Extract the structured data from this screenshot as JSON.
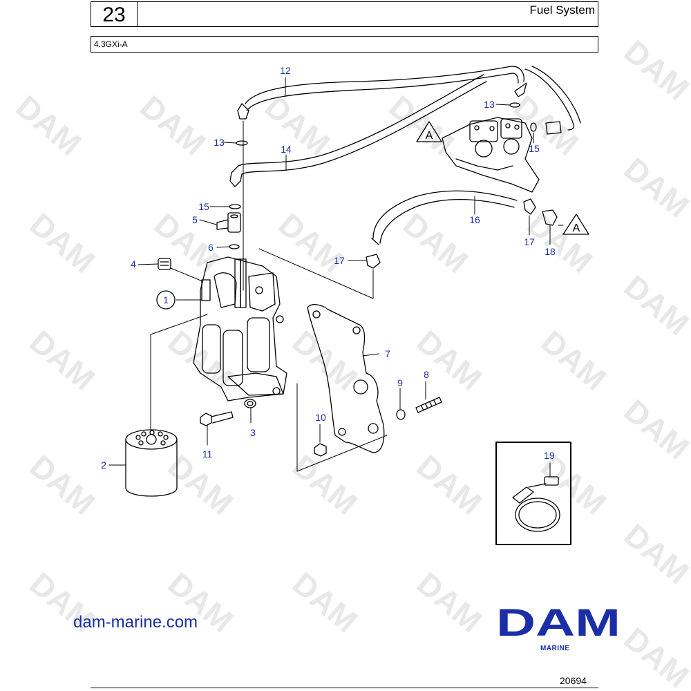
{
  "header": {
    "page_number": "23",
    "title": "Fuel System",
    "model": "4.3GXi-A"
  },
  "watermark": "DAM",
  "callouts": [
    "1",
    "2",
    "3",
    "4",
    "5",
    "6",
    "7",
    "8",
    "9",
    "10",
    "11",
    "12",
    "13",
    "13",
    "14",
    "15",
    "15",
    "16",
    "17",
    "17",
    "18",
    "19"
  ],
  "refs": [
    "A",
    "A"
  ],
  "labels": {
    "c1": "1",
    "c2": "2",
    "c3": "3",
    "c4": "4",
    "c5": "5",
    "c6": "6",
    "c7": "7",
    "c8": "8",
    "c9": "9",
    "c10": "10",
    "c11": "11",
    "c12": "12",
    "c13a": "13",
    "c13b": "13",
    "c14": "14",
    "c15a": "15",
    "c15b": "15",
    "c16": "16",
    "c17a": "17",
    "c17b": "17",
    "c18": "18",
    "c19": "19",
    "refA1": "A",
    "refA2": "A"
  },
  "footer": {
    "website": "dam-marine.com",
    "logo_text": "DAM",
    "logo_sub": "MARINE",
    "doc_number": "20694"
  },
  "colors": {
    "callout": "#1a2ea8",
    "logo": "#1a2ea8",
    "line": "#000000"
  }
}
